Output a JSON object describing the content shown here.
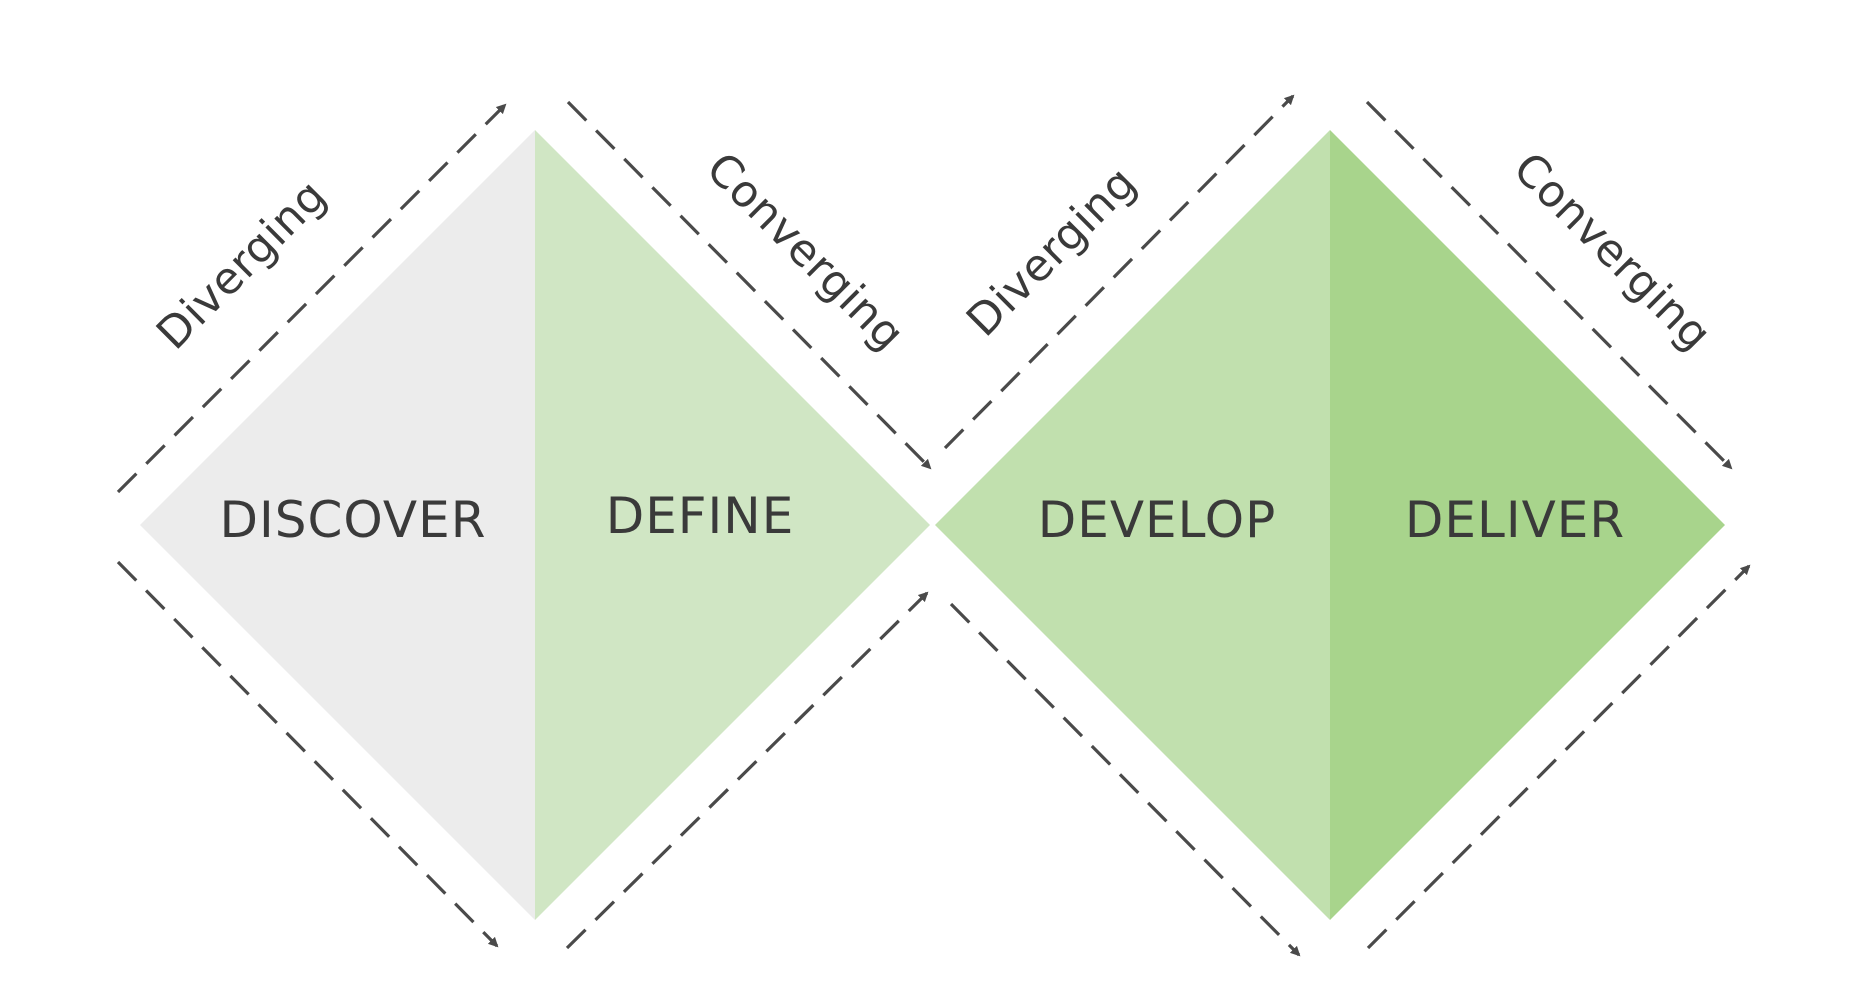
{
  "colors": {
    "discover": "#ececec",
    "define": "#d0e6c4",
    "develop": "#c1e0ae",
    "deliver": "#a8d48c",
    "text": "#3a3a3a",
    "arrows": "#4a4a4a"
  },
  "phases": {
    "discover": "DISCOVER",
    "define": "DEFINE",
    "develop": "DEVELOP",
    "deliver": "DELIVER"
  },
  "modes": {
    "first_diamond_diverging": "Diverging",
    "first_diamond_converging": "Converging",
    "second_diamond_diverging": "Diverging",
    "second_diamond_converging": "Converging"
  }
}
